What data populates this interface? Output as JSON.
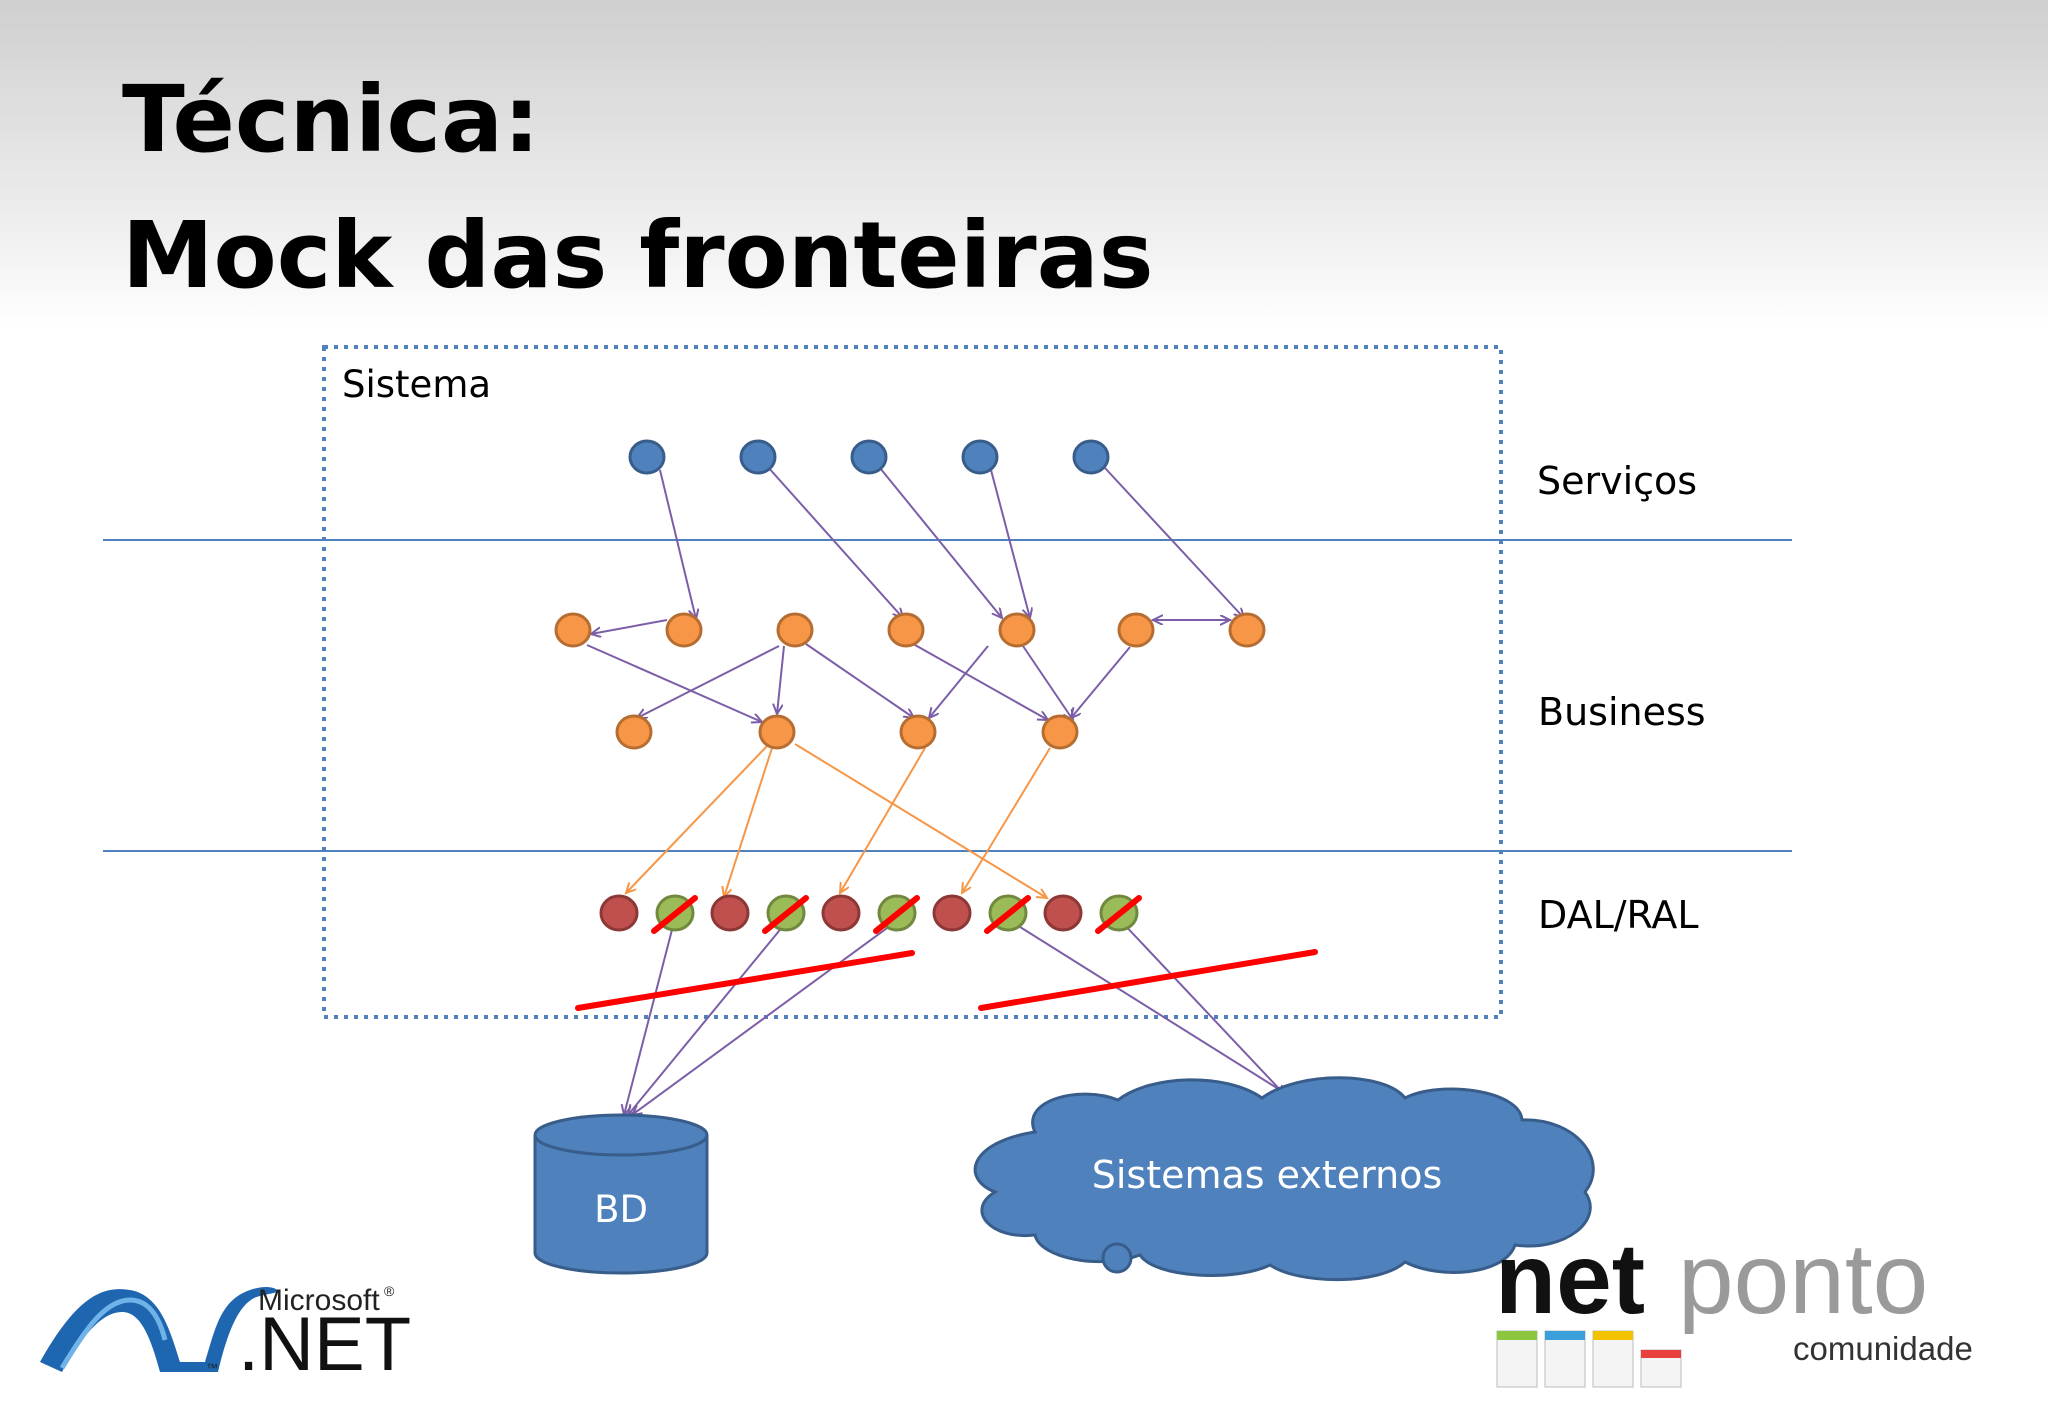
{
  "title": {
    "line1": "Técnica:",
    "line2": "Mock das fronteiras"
  },
  "diagram": {
    "system_label": "Sistema",
    "layers": {
      "services": "Serviços",
      "business": "Business",
      "dal": "DAL/RAL"
    },
    "database_label": "BD",
    "external_label": "Sistemas externos"
  },
  "logos": {
    "microsoft_word": "Microsoft",
    "net_word": ".NET",
    "tm": "™",
    "reg": "®",
    "netponto_net": "net",
    "netponto_ponto": "ponto",
    "netponto_sub": "comunidade"
  },
  "colors": {
    "service_node": "#4f81bd",
    "business_node": "#f79646",
    "dal_red": "#c0504d",
    "dal_green": "#9bbb59",
    "arrow_purple": "#7b5ea7",
    "arrow_orange": "#f79646",
    "cut_red": "#ff0000",
    "layer_line": "#4f81bd"
  }
}
